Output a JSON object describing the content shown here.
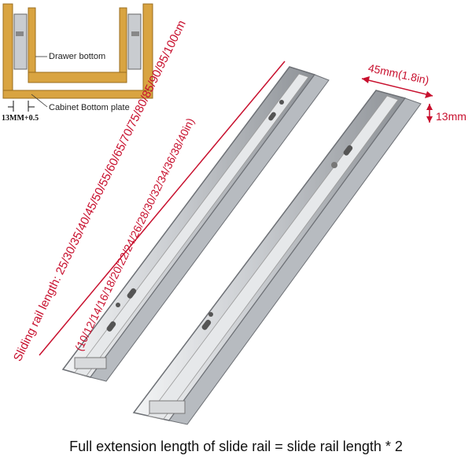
{
  "diagram": {
    "drawer_label": "Drawer bottom",
    "cabinet_label": "Cabinet Bottom plate",
    "gap_label": "13MM+0.5"
  },
  "dimensions": {
    "length_prefix": "Sliding rail length: ",
    "length_cm": "25/30/35/40/45/50/55/60/65/70/75/80/85/90/95/100cm",
    "length_in": "(10/12/14/16/18/20/22/24/26/28/30/32/34/36/38/40in)",
    "width": "45mm(1.8in)",
    "height": "13mm"
  },
  "caption": "Full extension length of slide rail = slide rail length * 2",
  "colors": {
    "dimension_red": "#c8102e",
    "wood": "#d9a441",
    "steel": "#c9ccd0"
  }
}
